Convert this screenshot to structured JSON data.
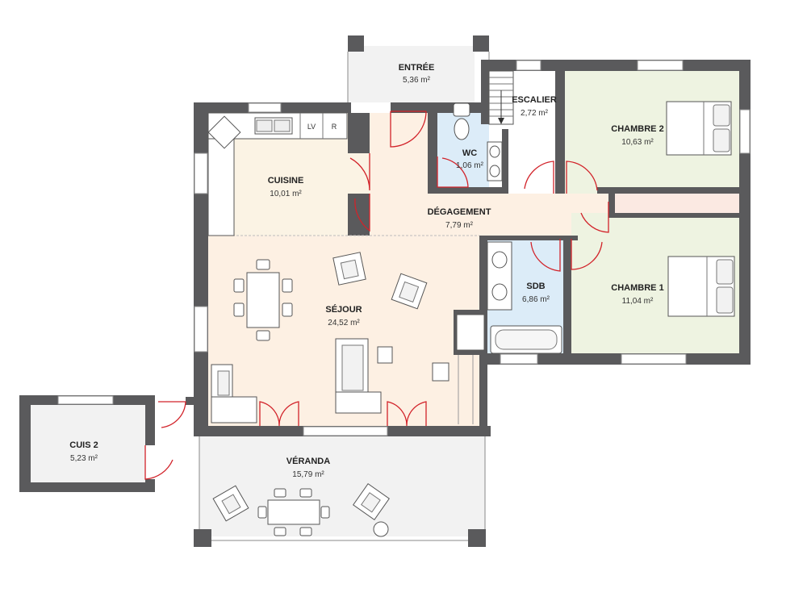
{
  "rooms": {
    "entree": {
      "name": "ENTRÉE",
      "area": "5,36 m²"
    },
    "escalier": {
      "name": "ESCALIER",
      "area": "2,72 m²"
    },
    "wc": {
      "name": "WC",
      "area": "1,06 m²"
    },
    "chambre2": {
      "name": "CHAMBRE 2",
      "area": "10,63 m²"
    },
    "cuisine": {
      "name": "CUISINE",
      "area": "10,01 m²"
    },
    "degagement": {
      "name": "DÉGAGEMENT",
      "area": "7,79 m²"
    },
    "sdb": {
      "name": "SDB",
      "area": "6,86 m²"
    },
    "chambre1": {
      "name": "CHAMBRE 1",
      "area": "11,04 m²"
    },
    "sejour": {
      "name": "SÉJOUR",
      "area": "24,52 m²"
    },
    "cuis2": {
      "name": "CUIS 2",
      "area": "5,23 m²"
    },
    "veranda": {
      "name": "VÉRANDA",
      "area": "15,79 m²"
    }
  },
  "appliances": {
    "lv": "LV",
    "r": "R"
  },
  "colors": {
    "wall": "#5a5a5c",
    "cuisine": "#fbf3e4",
    "sejour": "#fdf0e3",
    "chambre": "#eef3e1",
    "sdb": "#dcecf8",
    "degagement": "#fdf0e3",
    "escalier": "#ffffff",
    "veranda": "#f2f2f2",
    "entree": "#f2f2f2",
    "door": "#d2232a"
  }
}
